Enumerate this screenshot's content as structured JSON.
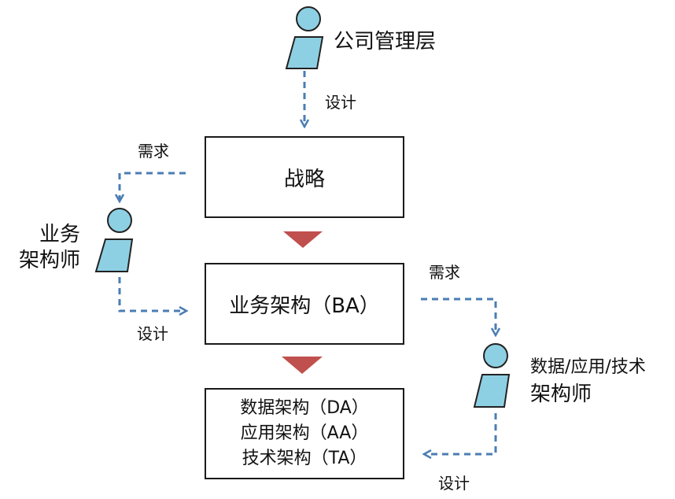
{
  "actors": {
    "management": "公司管理层",
    "business_architect": [
      "业务",
      "架构师"
    ],
    "tech_architect": [
      "数据/应用/技术",
      "架构师"
    ]
  },
  "boxes": {
    "strategy": "战略",
    "business_arch": "业务架构（BA）",
    "it_arch": [
      "数据架构（DA）",
      "应用架构（AA）",
      "技术架构（TA）"
    ]
  },
  "flow_labels": {
    "design_top": "设计",
    "demand_left": "需求",
    "design_left": "设计",
    "demand_right": "需求",
    "design_right": "设计"
  },
  "colors": {
    "arrow_blue": "#4a7db4",
    "actor_fill": "#8ed0e3",
    "actor_stroke": "#222222",
    "triangle_red": "#c0504d",
    "box_border": "#1a1a1a"
  }
}
